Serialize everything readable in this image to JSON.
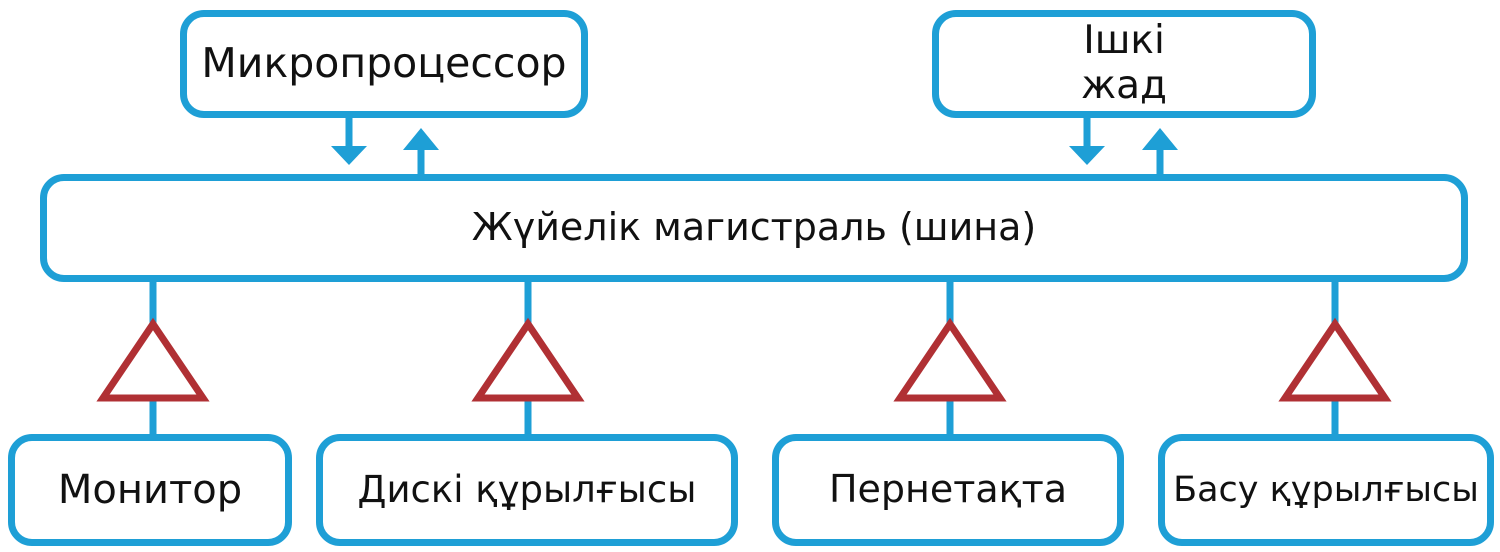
{
  "diagram": {
    "cpu": {
      "label": "Микропроцессор"
    },
    "memory": {
      "label": "Ішкі жад"
    },
    "bus": {
      "label": "Жүйелік магистраль (шина)"
    },
    "devices": [
      {
        "label": "Монитор"
      },
      {
        "label": "Дискі құрылғысы"
      },
      {
        "label": "Пернетақта"
      },
      {
        "label": "Басу құрылғысы"
      }
    ],
    "colors": {
      "box_border": "#1e9fd6",
      "connector": "#1e9fd6",
      "adapter_triangle": "#b03034"
    }
  }
}
